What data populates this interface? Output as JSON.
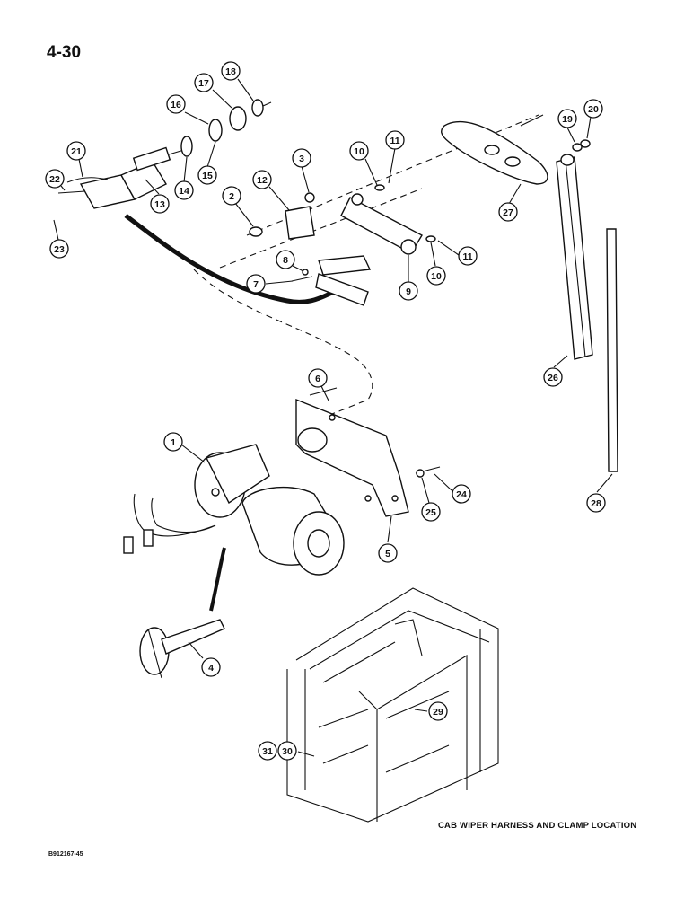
{
  "page_number": "4-30",
  "caption": "CAB WIPER HARNESS AND CLAMP LOCATION",
  "figure_code": "B912167-45",
  "callouts": [
    {
      "n": "1"
    },
    {
      "n": "2"
    },
    {
      "n": "3"
    },
    {
      "n": "4"
    },
    {
      "n": "5"
    },
    {
      "n": "6"
    },
    {
      "n": "7"
    },
    {
      "n": "8"
    },
    {
      "n": "9"
    },
    {
      "n": "10"
    },
    {
      "n": "10"
    },
    {
      "n": "11"
    },
    {
      "n": "11"
    },
    {
      "n": "12"
    },
    {
      "n": "13"
    },
    {
      "n": "14"
    },
    {
      "n": "15"
    },
    {
      "n": "16"
    },
    {
      "n": "17"
    },
    {
      "n": "18"
    },
    {
      "n": "19"
    },
    {
      "n": "20"
    },
    {
      "n": "21"
    },
    {
      "n": "22"
    },
    {
      "n": "23"
    },
    {
      "n": "24"
    },
    {
      "n": "25"
    },
    {
      "n": "26"
    },
    {
      "n": "27"
    },
    {
      "n": "28"
    },
    {
      "n": "29"
    },
    {
      "n": "30"
    },
    {
      "n": "31"
    }
  ]
}
